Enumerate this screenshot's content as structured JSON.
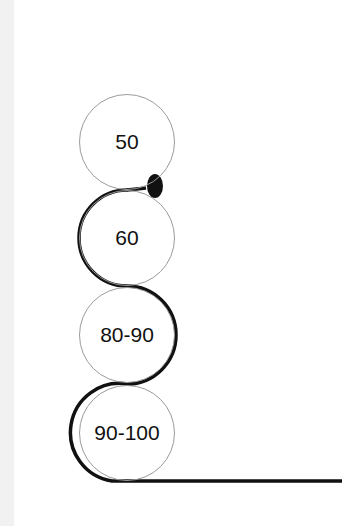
{
  "diagram": {
    "nodes": [
      {
        "text": [
          "50"
        ]
      },
      {
        "text": [
          "60"
        ]
      },
      {
        "text": [
          "80-90"
        ]
      },
      {
        "text": [
          "90-100"
        ]
      }
    ]
  }
}
